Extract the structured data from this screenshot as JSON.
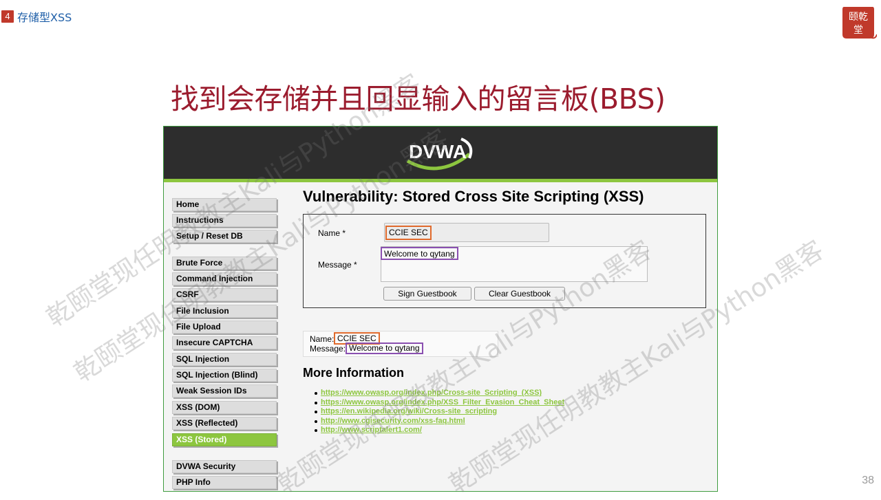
{
  "slide": {
    "section_number": "4",
    "section_title": "存储型XSS",
    "title": "找到会存储并且回显输入的留言板(BBS)",
    "page_number": "38",
    "seal_text": "颐乾堂"
  },
  "watermark": {
    "line1": "乾颐堂现任明教教主Kali与Python黑客",
    "line2": "乾颐堂现任明教教主Kali与Python黑客",
    "line3": "乾颐堂现任明教教主Kali与Python黑客",
    "line4": "乾颐堂现任明教教主Kali与Python黑客"
  },
  "dvwa": {
    "logo_text": "DVWA",
    "menu": {
      "home": "Home",
      "instructions": "Instructions",
      "setup": "Setup / Reset DB",
      "brute_force": "Brute Force",
      "command_injection": "Command Injection",
      "csrf": "CSRF",
      "file_inclusion": "File Inclusion",
      "file_upload": "File Upload",
      "insecure_captcha": "Insecure CAPTCHA",
      "sql_injection": "SQL Injection",
      "sql_injection_blind": "SQL Injection (Blind)",
      "weak_session_ids": "Weak Session IDs",
      "xss_dom": "XSS (DOM)",
      "xss_reflected": "XSS (Reflected)",
      "xss_stored": "XSS (Stored)",
      "dvwa_security": "DVWA Security",
      "php_info": "PHP Info"
    },
    "page_title": "Vulnerability: Stored Cross Site Scripting (XSS)",
    "form": {
      "name_label": "Name *",
      "name_value": "CCIE SEC",
      "message_label": "Message *",
      "message_value": "Welcome to qytang",
      "sign_button": "Sign Guestbook",
      "clear_button": "Clear Guestbook"
    },
    "entry": {
      "name_label": "Name:",
      "name_value": "CCIE SEC",
      "message_label": "Message:",
      "message_value": "Welcome to qytang"
    },
    "more_info_title": "More Information",
    "links": {
      "l1": "https://www.owasp.org/index.php/Cross-site_Scripting_(XSS)",
      "l2": "https://www.owasp.org/index.php/XSS_Filter_Evasion_Cheat_Sheet",
      "l3": "https://en.wikipedia.org/wiki/Cross-site_scripting",
      "l4": "http://www.cgisecurity.com/xss-faq.html",
      "l5": "http://www.scriptalert1.com/"
    }
  },
  "colors": {
    "title_red": "#9b1c2e",
    "section_blue": "#1f5fa8",
    "dvwa_green": "#8dc63f",
    "highlight_orange": "#e06a2c",
    "highlight_purple": "#8a4fb0"
  }
}
